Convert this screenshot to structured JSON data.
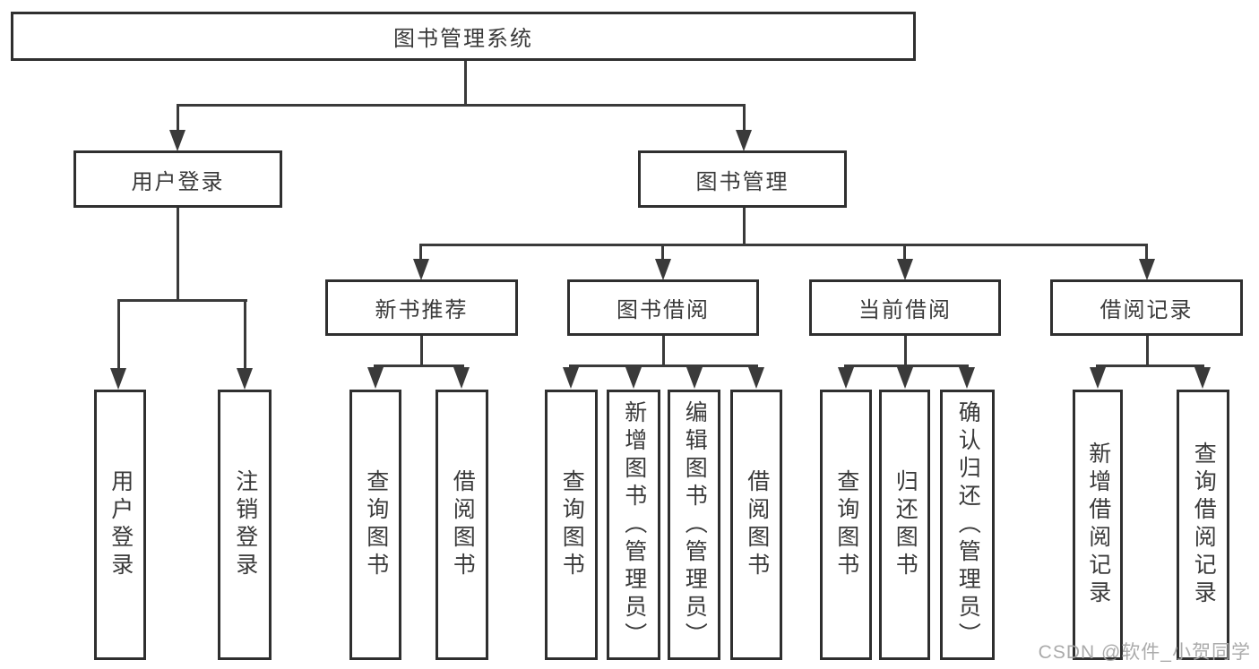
{
  "tree": {
    "label": "图书管理系统",
    "children": [
      {
        "label": "用户登录",
        "children": [
          {
            "label": "用户登录"
          },
          {
            "label": "注销登录"
          }
        ]
      },
      {
        "label": "图书管理",
        "children": [
          {
            "label": "新书推荐",
            "children": [
              {
                "label": "查询图书"
              },
              {
                "label": "借阅图书"
              }
            ]
          },
          {
            "label": "图书借阅",
            "children": [
              {
                "label": "查询图书"
              },
              {
                "label": "新增图书（管理员）"
              },
              {
                "label": "编辑图书（管理员）"
              },
              {
                "label": "借阅图书"
              }
            ]
          },
          {
            "label": "当前借阅",
            "children": [
              {
                "label": "查询图书"
              },
              {
                "label": "归还图书"
              },
              {
                "label": "确认归还（管理员）"
              }
            ]
          },
          {
            "label": "借阅记录",
            "children": [
              {
                "label": "新增借阅记录"
              },
              {
                "label": "查询借阅记录"
              }
            ]
          }
        ]
      }
    ]
  },
  "watermark": "CSDN @软件_小贺同学",
  "colors": {
    "line": "#3a3a3a",
    "border": "#2f2f2f",
    "text": "#3a3a3a",
    "background": "#ffffff",
    "watermark": "#a7a7a7"
  }
}
